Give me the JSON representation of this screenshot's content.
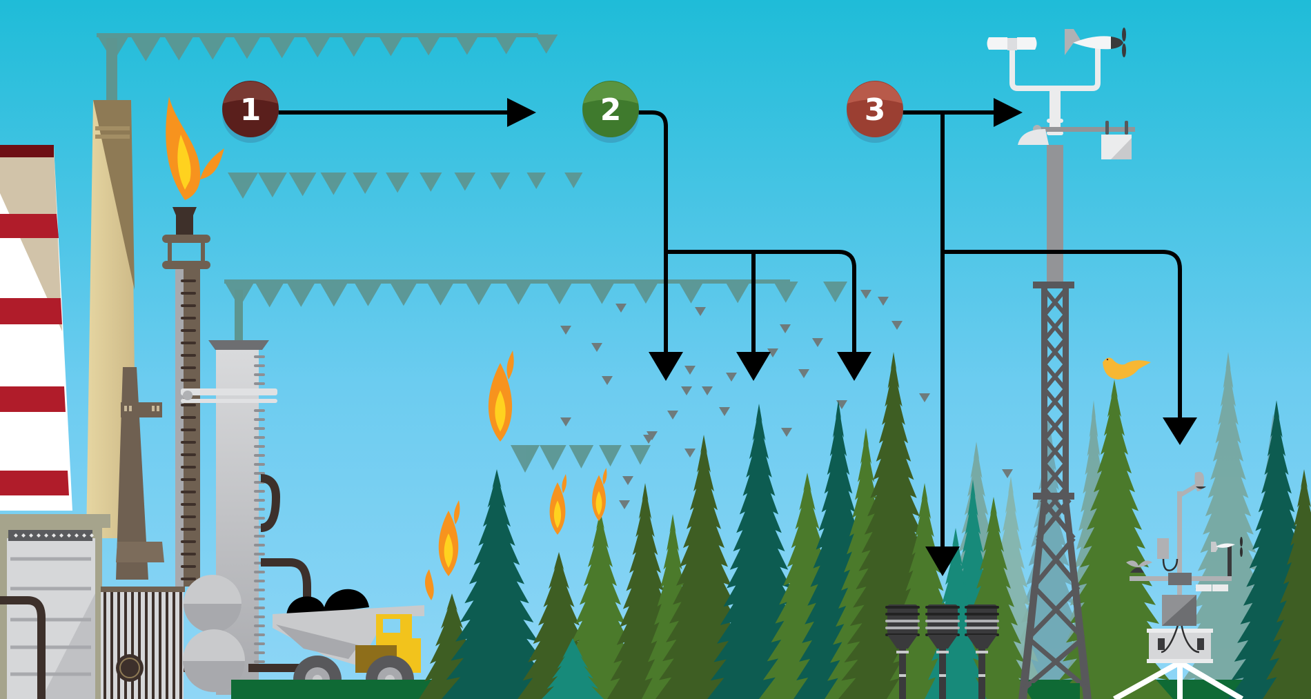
{
  "diagram": {
    "type": "process-flow-illustration",
    "steps": [
      {
        "number": "1",
        "color": "#5a1f1c",
        "highlight": "#7a3a33",
        "meaning": "emission sources"
      },
      {
        "number": "2",
        "color": "#3f7a2d",
        "highlight": "#5a9440",
        "meaning": "atmospheric dispersion"
      },
      {
        "number": "3",
        "color": "#9b3f32",
        "highlight": "#b85a4a",
        "meaning": "measurement"
      }
    ],
    "connectors": [
      {
        "from": "step-1",
        "to": "plume-region",
        "kind": "arrow-right"
      },
      {
        "from": "step-2",
        "to": "forest-canopy",
        "kind": "branch-down",
        "branches": 3
      },
      {
        "from": "step-3",
        "to": "tower-sensors",
        "kind": "arrow-right"
      },
      {
        "from": "step-3",
        "to": "ground-samplers",
        "kind": "arrow-down"
      },
      {
        "from": "step-3",
        "to": "weather-station",
        "kind": "arrow-down"
      }
    ],
    "scene_elements": [
      "cooling-tower",
      "smokestack",
      "flare-stack",
      "refinery-column",
      "small-chimney",
      "industrial-building",
      "storage-tanks",
      "mining-truck",
      "forest-fire",
      "pine-forest",
      "smoke-plumes",
      "air-samplers",
      "lattice-tower",
      "tower-anemometer",
      "tower-wind-vane",
      "weather-station",
      "bird"
    ]
  },
  "colors": {
    "sky_top": "#1fbcd8",
    "sky_bottom": "#86d3f4",
    "plume": "#5d9590",
    "plume_particles": "#6e7b7c",
    "arrow": "#000000",
    "cooling_tower_red": "#b01c2a",
    "cooling_tower_rim": "#6e0f14",
    "smokestack_tan": "#e6d6a2",
    "smokestack_shade": "#8e7a55",
    "flare_brown": "#6f6051",
    "flame_orange": "#f7931e",
    "flame_yellow": "#ffd21f",
    "metal_grey": "#c9cacc",
    "pipe_brown": "#3d302b",
    "truck_yellow": "#f2c31c",
    "tree_dark_teal": "#0d5c51",
    "tree_green": "#4b7a2b",
    "tree_olive": "#3e5e23",
    "tree_light_teal": "#78a59c",
    "tower_grey": "#58585b",
    "sampler_dark": "#3a3a3c",
    "bird_yellow": "#f7b733",
    "grass": "#0f6a35"
  }
}
